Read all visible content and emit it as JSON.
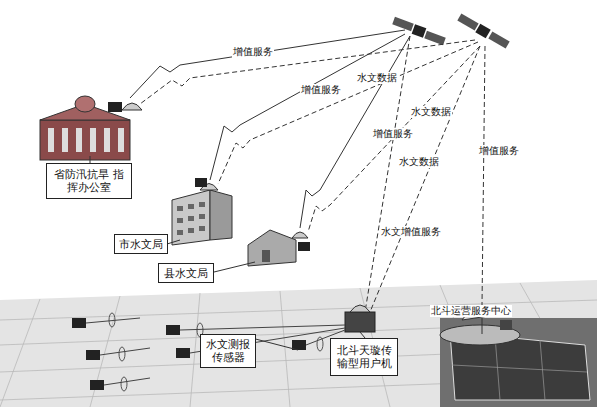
{
  "diagram": {
    "nodes": [
      {
        "text": [
          "省防汛抗旱 指挥办公室"
        ]
      },
      {
        "text": [
          "市水文局"
        ]
      },
      {
        "text": [
          "县水文局"
        ]
      },
      {
        "text": [
          "水文测报 传感器"
        ]
      },
      {
        "text": [
          "北斗天璇传 输型用户机"
        ]
      }
    ],
    "labels": [
      "增值服务",
      "水文数据",
      "增值服务",
      "水文数据",
      "增值服务",
      "水文数据",
      "增值服务",
      "水文增值服务",
      "北斗运营服务中心"
    ]
  }
}
